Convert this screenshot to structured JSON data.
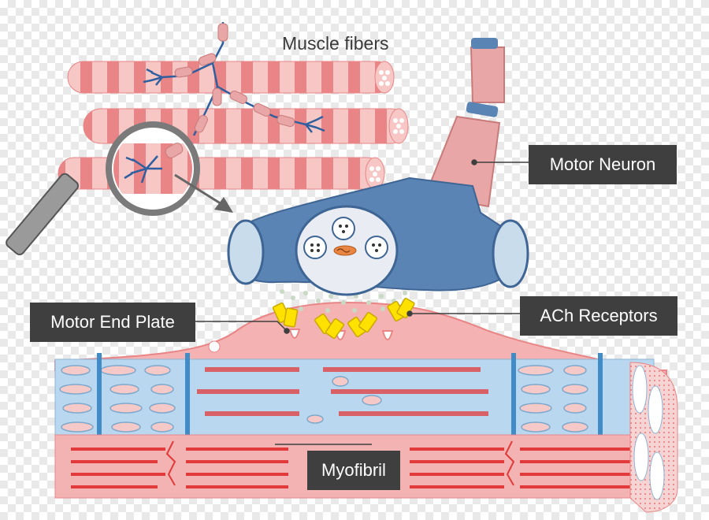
{
  "diagram": {
    "title": "Muscle fibers",
    "labels": {
      "motor_neuron": "Motor Neuron",
      "ach_receptors": "ACh Receptors",
      "motor_end_plate": "Motor End Plate",
      "myofibril": "Myofibril"
    }
  },
  "colors": {
    "fiber_light": "#f7c7c6",
    "fiber_dark": "#e98586",
    "neuron_blue": "#5a84b4",
    "neuron_dark": "#3f6594",
    "axon_pink": "#e9a6a6",
    "myelin": "#f0b3b3",
    "receptor_yellow": "#ffe100",
    "label_bg": "#3f3f3f",
    "sarco_blue": "#b9d8ef",
    "stripe_red": "#e23a3a"
  },
  "icons": [
    "magnifier-icon",
    "arrow-icon",
    "vesicle-icon",
    "mitochondrion-icon"
  ]
}
